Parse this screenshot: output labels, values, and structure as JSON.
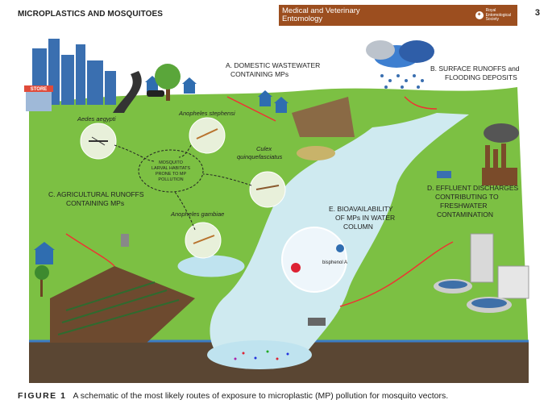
{
  "header": {
    "section_title": "MICROPLASTICS AND MOSQUITOES",
    "journal_line1": "Medical and Veterinary",
    "journal_line2": "Entomology",
    "society_line1": "Royal",
    "society_line2": "Entomological",
    "society_line3": "Society",
    "page_number": "3"
  },
  "figure": {
    "label_a_line1": "A. DOMESTIC WASTEWATER",
    "label_a_line2": "CONTAINING MPs",
    "label_b_line1": "B. SURFACE RUNOFFS and",
    "label_b_line2": "FLOODING DEPOSITS",
    "label_c_line1": "C. AGRICULTURAL RUNOFFS",
    "label_c_line2": "CONTAINING MPs",
    "label_d_line1": "D. EFFLUENT DISCHARGES",
    "label_d_line2": "CONTRIBUTING TO",
    "label_d_line3": "FRESHWATER",
    "label_d_line4": "CONTAMINATION",
    "label_e_line1": "E. BIOAVAILABILITY",
    "label_e_line2": "OF MPs IN WATER",
    "label_e_line3": "COLUMN",
    "species_aedes": "Aedes aegypti",
    "species_stephensi": "Anopheles stephensi",
    "species_culex_line1": "Culex",
    "species_culex_line2": "quinquefasciatus",
    "species_gambiae": "Anopheles gambiae",
    "habitat_line1": "MOSQUITO",
    "habitat_line2": "LARVAL HABITATS",
    "habitat_line3": "PRONE TO MP",
    "habitat_line4": "POLLUTION",
    "store_sign": "STORE",
    "bisphenol_label": "bisphenol A"
  },
  "caption": {
    "figure_label": "FIGURE 1",
    "text": "A schematic of the most likely routes of exposure to microplastic (MP) pollution for mosquito vectors."
  }
}
